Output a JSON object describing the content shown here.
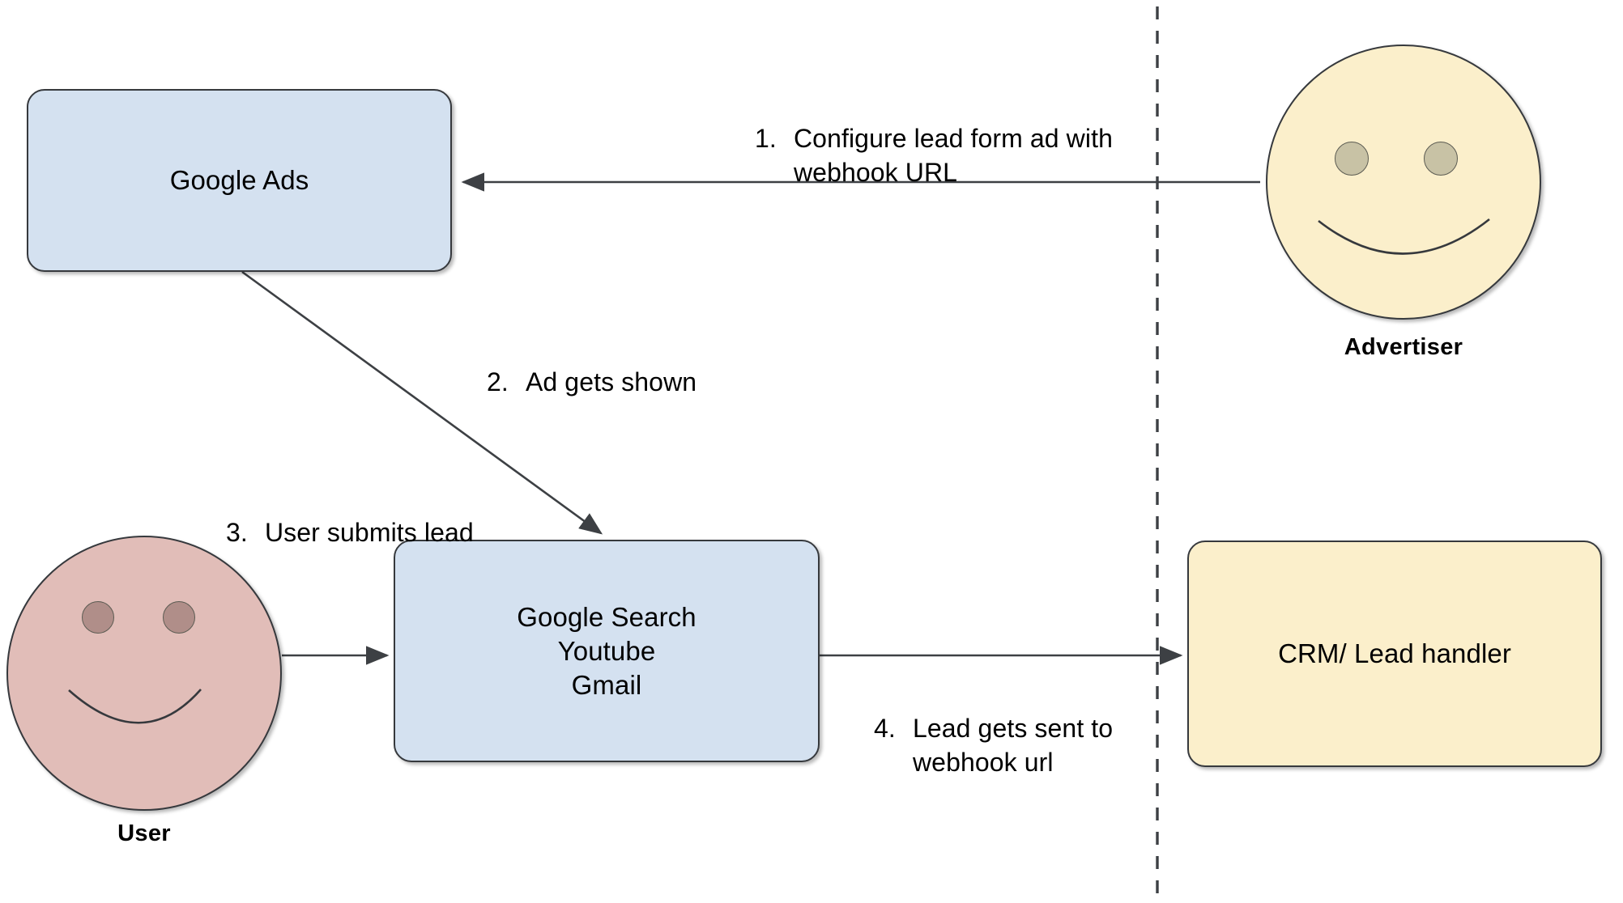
{
  "diagram": {
    "title": "Google Ads lead form webhook flow",
    "colors": {
      "box_blue_fill": "#d4e1f0",
      "box_cream_fill": "#fbefcb",
      "face_cream_fill": "#fbefcb",
      "face_rose_fill": "#e1bdb8",
      "eye_tan_fill": "#c8c2a5",
      "eye_rose_fill": "#b08e89",
      "stroke": "#36393d",
      "background": "#ffffff"
    },
    "divider": {
      "name": "vertical-dashed-divider",
      "style": "dashed",
      "orientation": "vertical"
    }
  },
  "nodes": {
    "google_ads": {
      "label": "Google Ads",
      "fill": "#d4e1f0",
      "shape": "rounded-rectangle"
    },
    "google_surfaces": {
      "label": "Google Search\nYoutube\nGmail",
      "lines": [
        "Google Search",
        "Youtube",
        "Gmail"
      ],
      "fill": "#d4e1f0",
      "shape": "rounded-rectangle"
    },
    "crm": {
      "label": "CRM/ Lead handler",
      "fill": "#fbefcb",
      "shape": "rounded-rectangle"
    },
    "advertiser": {
      "label": "Advertiser",
      "fill": "#fbefcb",
      "shape": "smiley-circle"
    },
    "user": {
      "label": "User",
      "fill": "#e1bdb8",
      "shape": "smiley-circle"
    }
  },
  "edges": [
    {
      "id": "step-1",
      "number": "1.",
      "text": "Configure lead form ad with\nwebhook URL",
      "line1": "Configure lead form ad with",
      "line2": "webhook URL",
      "from": "advertiser",
      "to": "google_ads"
    },
    {
      "id": "step-2",
      "number": "2.",
      "text": "Ad gets shown",
      "line1": "Ad gets shown",
      "line2": "",
      "from": "google_ads",
      "to": "google_surfaces"
    },
    {
      "id": "step-3",
      "number": "3.",
      "text": "User submits lead",
      "line1": "User submits lead",
      "line2": "",
      "from": "user",
      "to": "google_surfaces"
    },
    {
      "id": "step-4",
      "number": "4.",
      "text": "Lead gets sent to\nwebhook url",
      "line1": "Lead gets sent to",
      "line2": "webhook url",
      "from": "google_surfaces",
      "to": "crm"
    }
  ]
}
